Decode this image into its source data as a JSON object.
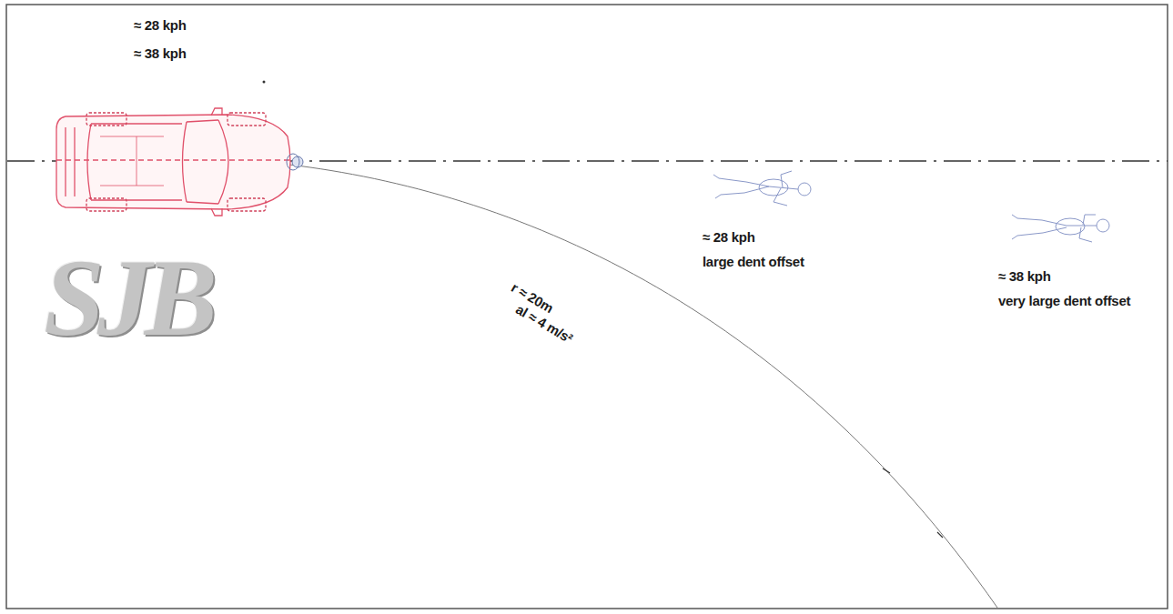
{
  "diagram": {
    "labels": [
      "≈ 28 kph",
      "≈ 38 kph",
      "≈ 28 kph",
      "large dent offset",
      "≈ 38 kph",
      "very large dent offset",
      "r ≈ 20m",
      "al ≈ 4 m/s²",
      "SJB"
    ]
  }
}
